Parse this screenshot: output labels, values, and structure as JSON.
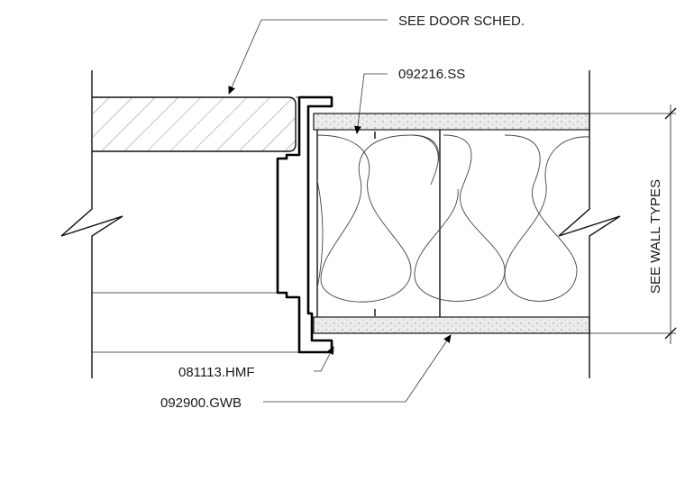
{
  "labels": {
    "door_schedule": "SEE DOOR SCHED.",
    "stud": "092216.SS",
    "frame": "081113.HMF",
    "gypsum_board": "092900.GWB",
    "wall_types": "SEE WALL TYPES"
  },
  "icons": [
    "break-line-icon",
    "dimension-tick-icon",
    "arrowhead-icon"
  ],
  "colors": {
    "line": "#000000",
    "board_fill": "#ececec",
    "background": "#ffffff"
  }
}
